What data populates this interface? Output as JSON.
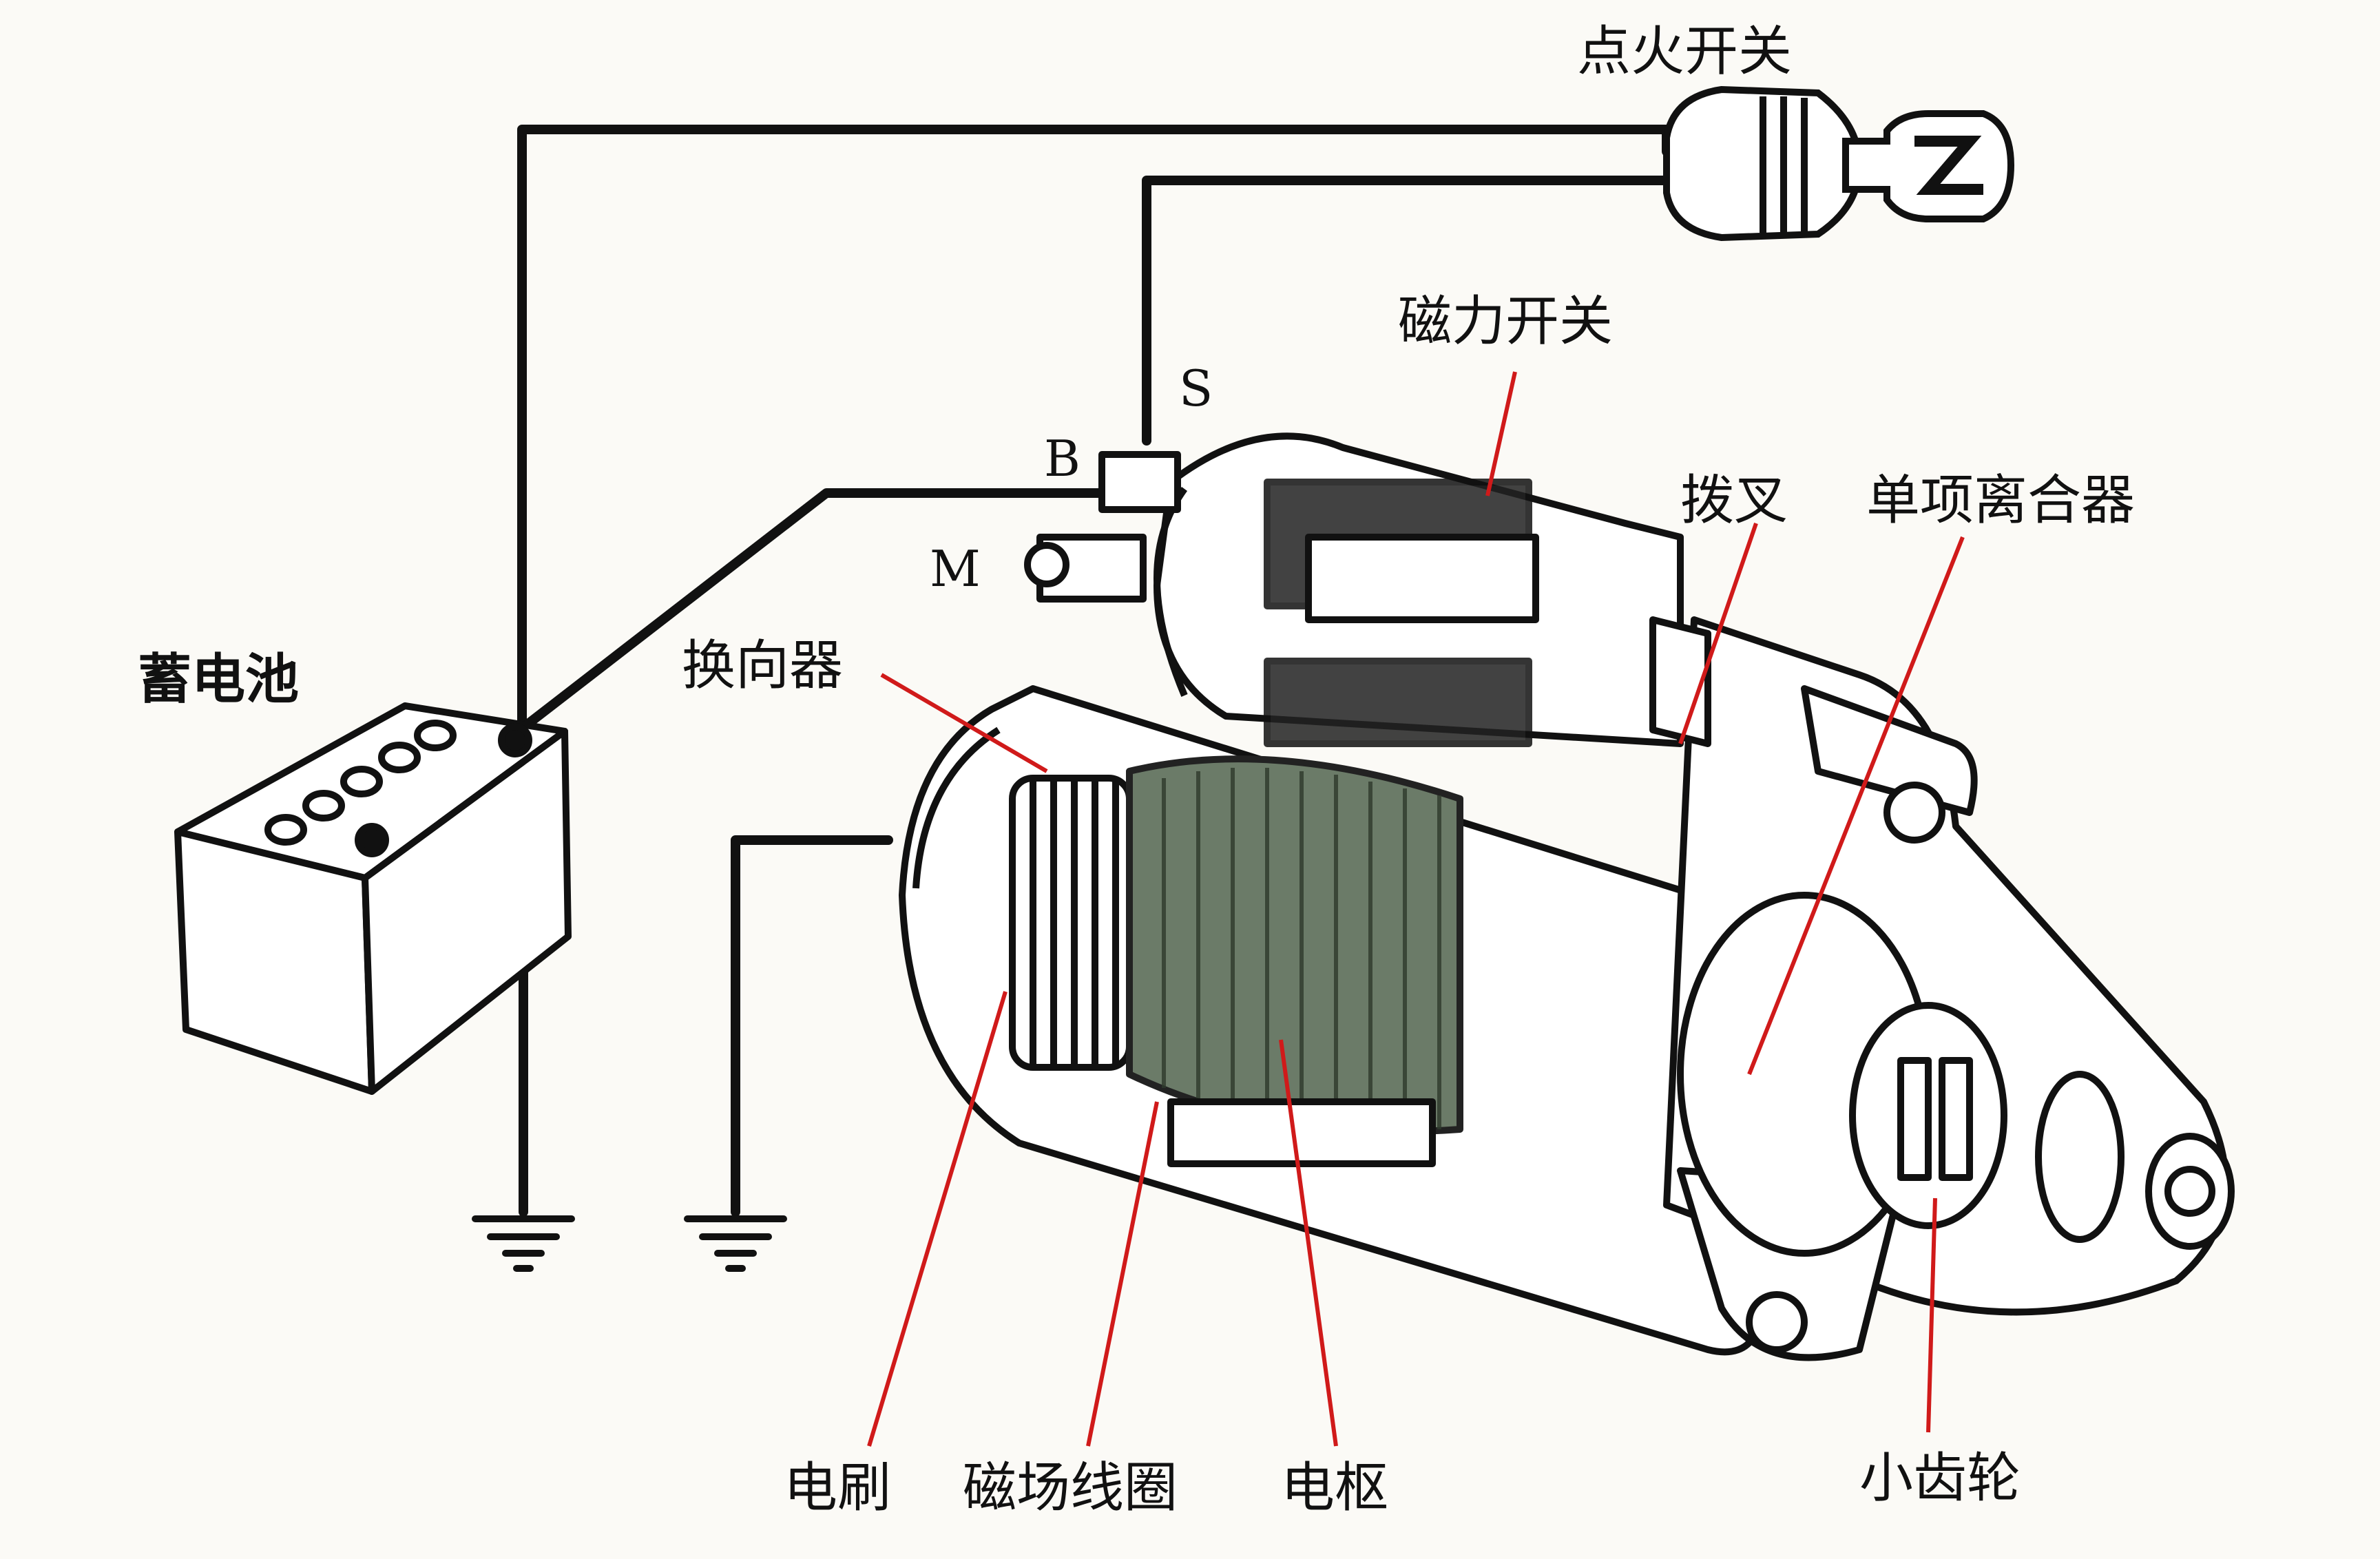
{
  "labels": {
    "ignition_switch": "点火开关",
    "solenoid": "磁力开关",
    "terminal_s": "S",
    "terminal_b": "B",
    "terminal_m": "M",
    "battery": "蓄电池",
    "commutator": "换向器",
    "shift_fork": "拨叉",
    "overrunning_clutch": "单项离合器",
    "brush": "电刷",
    "field_coil": "磁场线圈",
    "armature": "电枢",
    "pinion": "小齿轮"
  },
  "colors": {
    "line": "#111111",
    "leader": "#d01a1a",
    "background": "#fbfaf6",
    "coil": "#5b6a5a"
  }
}
